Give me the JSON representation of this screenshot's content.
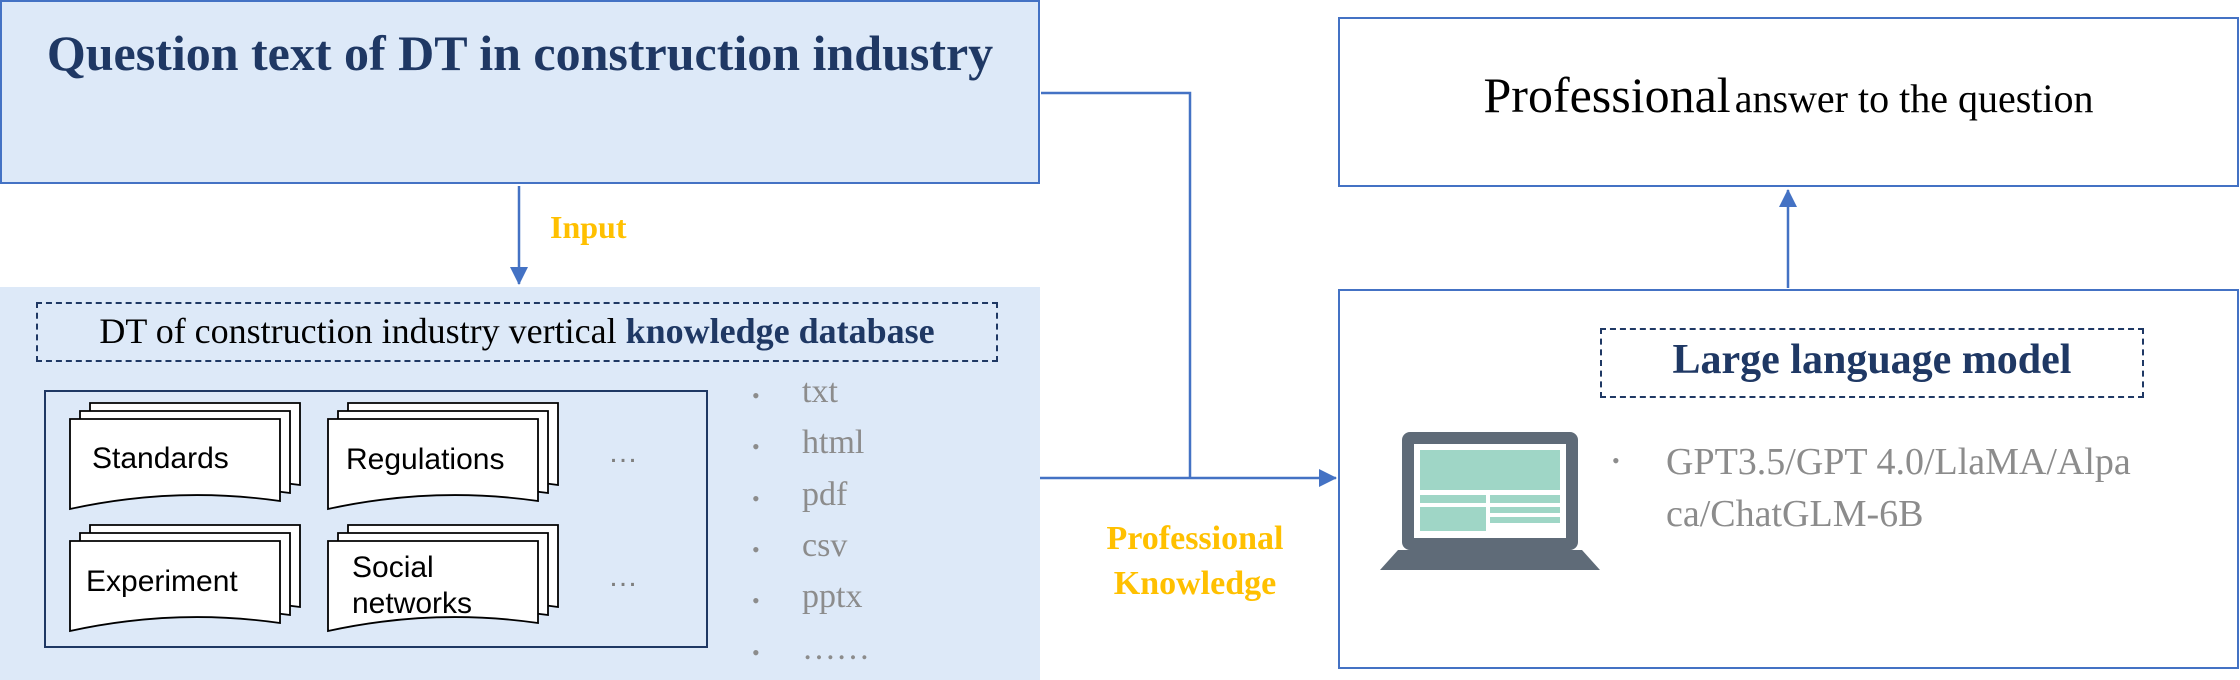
{
  "question": {
    "text": "Question text of DT in construction industry"
  },
  "answer": {
    "word1": "Professional",
    "rest": "answer to the question"
  },
  "input_label": "Input",
  "knowledge_base": {
    "title_prefix": "DT of construction industry vertical",
    "title_bold": "knowledge database",
    "docs": [
      {
        "label": "Standards"
      },
      {
        "label": "Regulations"
      },
      {
        "label": "Experiment"
      },
      {
        "label": "Social networks"
      }
    ],
    "ellipsis": "…",
    "formats": [
      "txt",
      "html",
      "pdf",
      "csv",
      "pptx",
      "……"
    ]
  },
  "professional_knowledge_label": "Professional Knowledge",
  "llm": {
    "title": "Large language model",
    "models": "GPT3.5/GPT 4.0/LlaMA/Alpaca/ChatGLM-6B"
  },
  "bullet_char": "•",
  "icons": [
    "arrow-down-icon",
    "arrow-right-icon",
    "arrow-up-icon",
    "laptop-icon",
    "document-stack-icon"
  ],
  "colors": {
    "panel_fill": "#dde9f8",
    "border_blue": "#4472c4",
    "title_navy": "#1f3864",
    "label_yellow": "#ffc000",
    "gray_text": "#8c8c8c",
    "laptop_gray": "#5f6b78",
    "laptop_screen": "#9fd6c6"
  }
}
